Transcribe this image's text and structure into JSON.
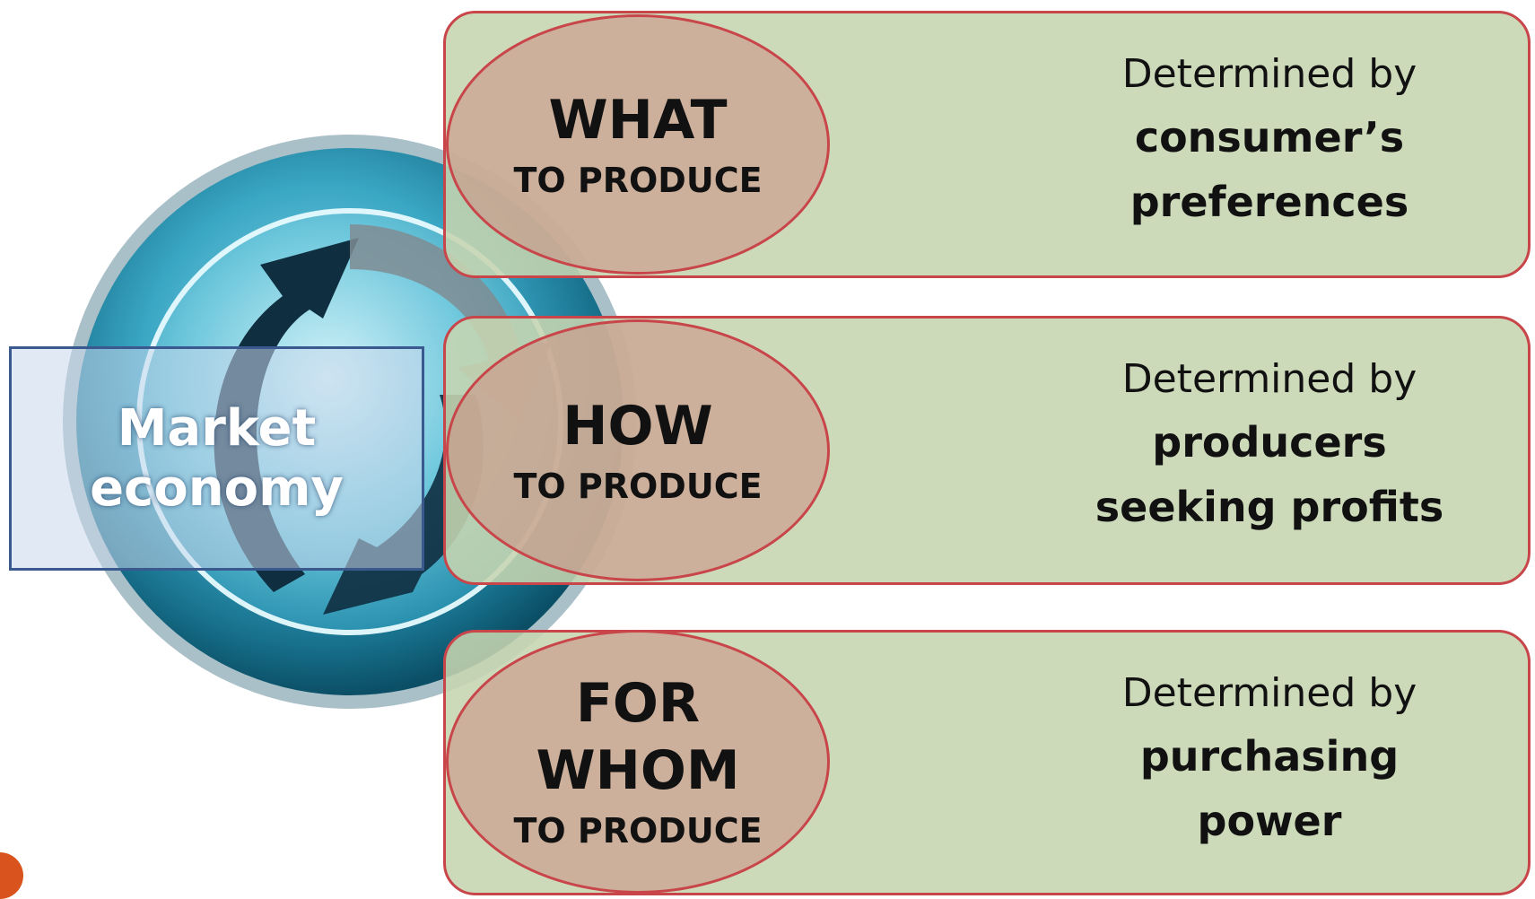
{
  "center_label": {
    "line1": "Market",
    "line2": "economy"
  },
  "rows": [
    {
      "question": [
        "WHAT"
      ],
      "sub": "TO PRODUCE",
      "desc_intro": "Determined by",
      "desc_lines": [
        "consumer’s",
        "preferences"
      ]
    },
    {
      "question": [
        "HOW"
      ],
      "sub": "TO PRODUCE",
      "desc_intro": "Determined by",
      "desc_lines": [
        "producers",
        "seeking profits"
      ]
    },
    {
      "question": [
        "FOR",
        "WHOM"
      ],
      "sub": "TO PRODUCE",
      "desc_intro": "Determined by",
      "desc_lines": [
        "purchasing",
        "power"
      ]
    }
  ],
  "colors": {
    "row_fill": "#c6d5b0",
    "row_border": "#c8454a",
    "oval_fill": "#cd9687",
    "globe_main": "#3aa7c4",
    "arrow_dark": "#0f2e40",
    "label_border": "#3a5a8f",
    "accent_dot": "#d9531e"
  },
  "icons": [
    "cycle-arrows-globe-icon"
  ]
}
